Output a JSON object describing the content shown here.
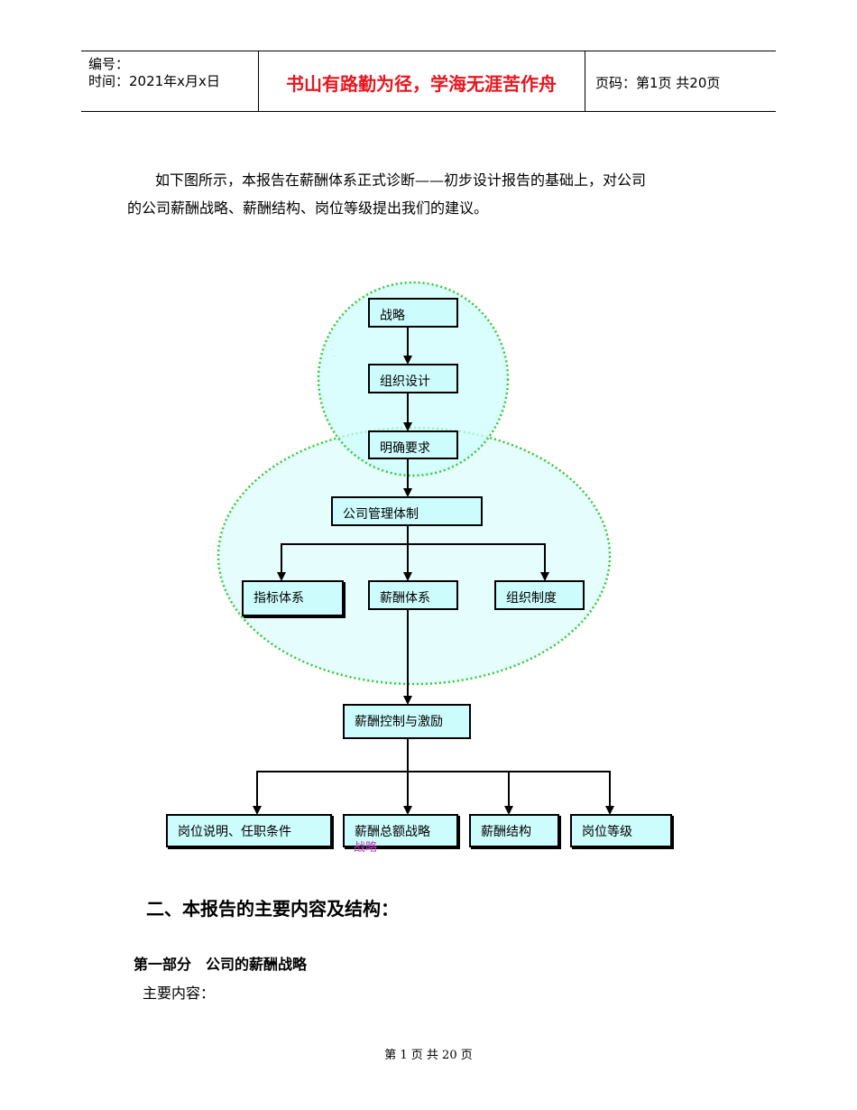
{
  "header": {
    "number_label": "编号：",
    "time_label": "时间：2021年x月x日",
    "motto": "书山有路勤为径，学海无涯苦作舟",
    "page_label": "页码：第1页 共20页"
  },
  "intro": {
    "line1": "如下图所示，本报告在薪酬体系正式诊断——初步设计报告的基础上，对公司",
    "line2": "的公司薪酬战略、薪酬结构、岗位等级提出我们的建议。"
  },
  "diagram": {
    "nodes": {
      "strategy": "战略",
      "org_design": "组织设计",
      "requirements": "明确要求",
      "management_system": "公司管理体制",
      "indicator_system": "指标体系",
      "pay_system": "薪酬体系",
      "org_rules": "组织制度",
      "pay_control": "薪酬控制与激励",
      "job_description": "岗位说明、任职条件",
      "total_pay_strategy": "薪酬总额战略",
      "pay_structure": "薪酬结构",
      "job_grade": "岗位等级"
    },
    "overlay_text": "战略",
    "colors": {
      "fill": "#cdfcfc",
      "ellipse_fill": "#e0fdfd",
      "dotted_border": "#33cc33"
    }
  },
  "section": {
    "heading": "二、本报告的主要内容及结构：",
    "part1": "第一部分　公司的薪酬战略",
    "main_content": "主要内容："
  },
  "footer": {
    "text": "第 1 页 共 20 页"
  }
}
